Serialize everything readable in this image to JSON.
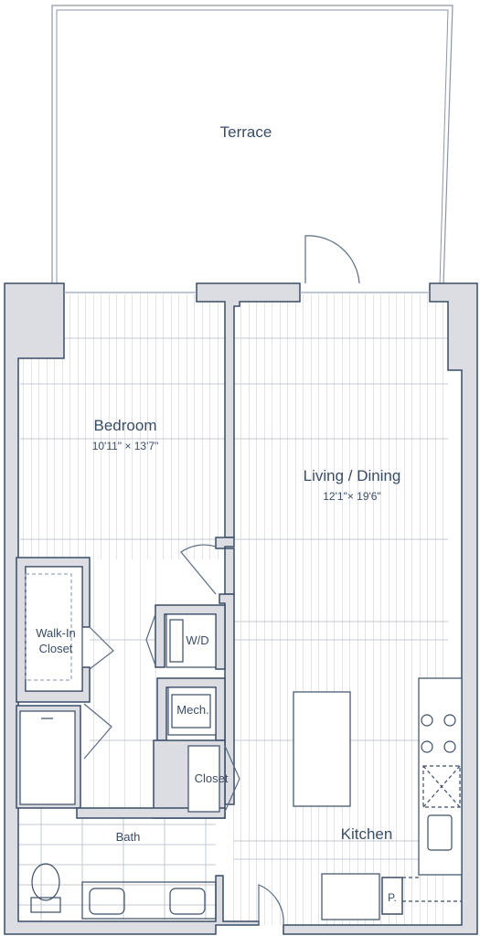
{
  "plan": {
    "wall_fill": "#dcdde2",
    "line_color": "#3a4d66",
    "floor_line_color": "#b9c0cc"
  },
  "rooms": {
    "terrace": {
      "name": "Terrace"
    },
    "bedroom": {
      "name": "Bedroom",
      "dims": "10'11\" × 13'7\""
    },
    "living": {
      "name": "Living / Dining",
      "dims": "12'1\"× 19'6\""
    },
    "walkin": {
      "name": "Walk-In\nCloset"
    },
    "wd": {
      "name": "W/D"
    },
    "mech": {
      "name": "Mech."
    },
    "closet": {
      "name": "Closet"
    },
    "bath": {
      "name": "Bath"
    },
    "kitchen": {
      "name": "Kitchen"
    },
    "pantry": {
      "name": "P."
    }
  }
}
